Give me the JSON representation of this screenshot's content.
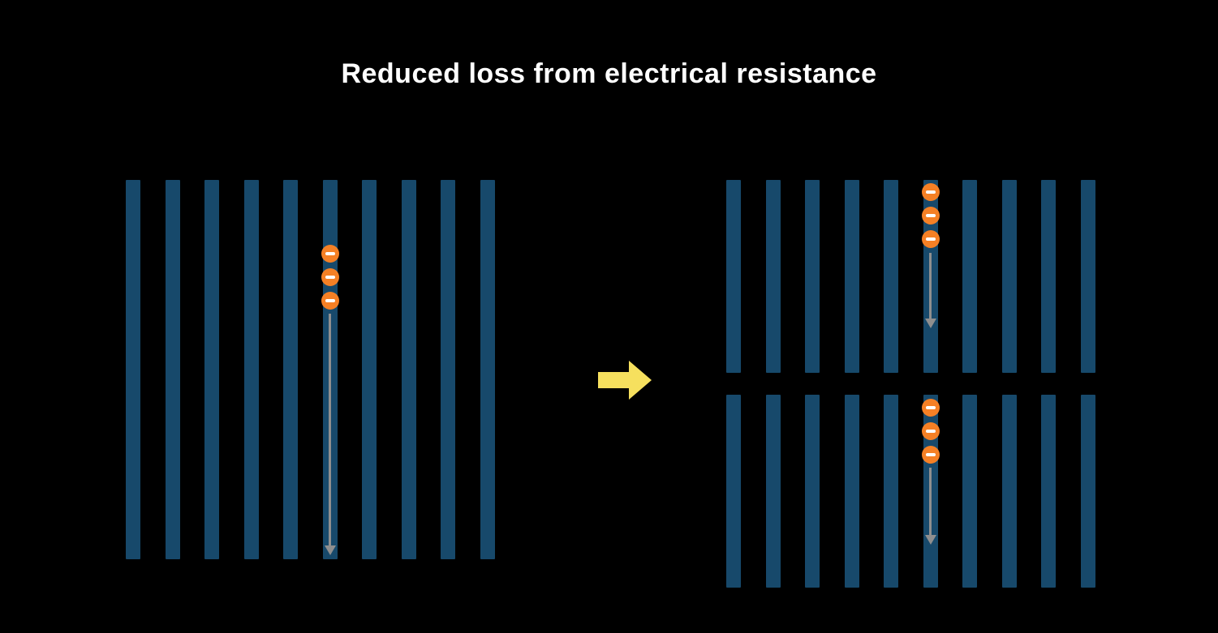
{
  "title": "Reduced loss from electrical resistance",
  "colors": {
    "background": "#000000",
    "bar": "#17496B",
    "electron_fill": "#F58025",
    "electron_minus": "#FFFFFF",
    "flow_arrow": "#8F8F8F",
    "transition_arrow": "#F6E05E",
    "title_text": "#FFFFFF"
  },
  "diagram": {
    "panels": [
      {
        "id": "left",
        "bar_count": 10,
        "electron_bar_index": 5,
        "electron_count": 3
      },
      {
        "id": "right-top",
        "bar_count": 10,
        "electron_bar_index": 5,
        "electron_count": 3
      },
      {
        "id": "right-bottom",
        "bar_count": 10,
        "electron_bar_index": 5,
        "electron_count": 3
      }
    ]
  }
}
